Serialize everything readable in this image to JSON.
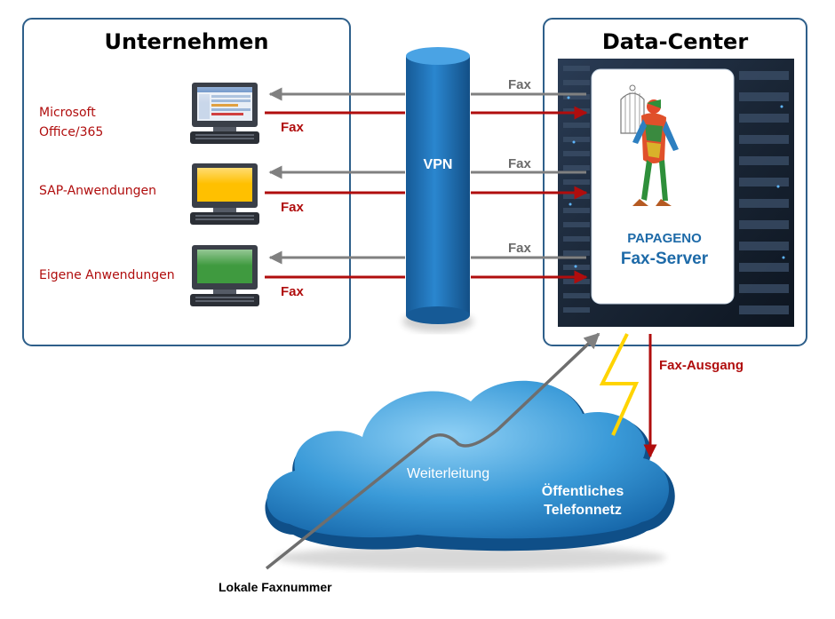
{
  "left_box": {
    "title": "Unternehmen"
  },
  "right_box": {
    "title": "Data-Center"
  },
  "apps": [
    {
      "line1": "Microsoft",
      "line2": "Office/365",
      "screen_color": "#d9e6f5"
    },
    {
      "line1": "SAP-Anwendungen",
      "line2": "",
      "screen_color": "#ffc000"
    },
    {
      "line1": "Eigene Anwendungen",
      "line2": "",
      "screen_color": "#3f9a3f"
    }
  ],
  "fax_label": "Fax",
  "vpn_label": "VPN",
  "server": {
    "line1": "PAPAGENO",
    "line2": "Fax-Server"
  },
  "fax_out_label": "Fax-Ausgang",
  "cloud": {
    "forward_label": "Weiterleitung",
    "network_line1": "Öffentliches",
    "network_line2": "Telefonnetz"
  },
  "local_number_label": "Lokale Faxnummer",
  "colors": {
    "box_border": "#2e5f8a",
    "arrow_red": "#b00d0d",
    "arrow_grey": "#808080",
    "vpn_blue": "#1f6fb2",
    "lightning": "#ffd400",
    "server_text": "#1d6aa8"
  }
}
